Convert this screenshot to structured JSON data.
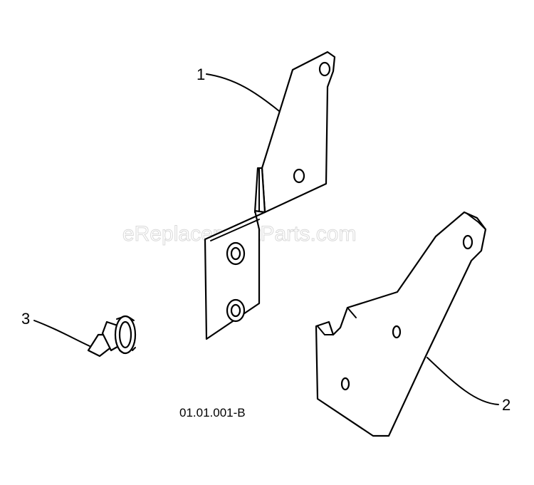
{
  "diagram": {
    "callouts": [
      {
        "id": "1",
        "label": "1"
      },
      {
        "id": "2",
        "label": "2"
      },
      {
        "id": "3",
        "label": "3"
      }
    ],
    "figure_code": "01.01.001-B",
    "watermark": "eReplacementParts.com"
  }
}
